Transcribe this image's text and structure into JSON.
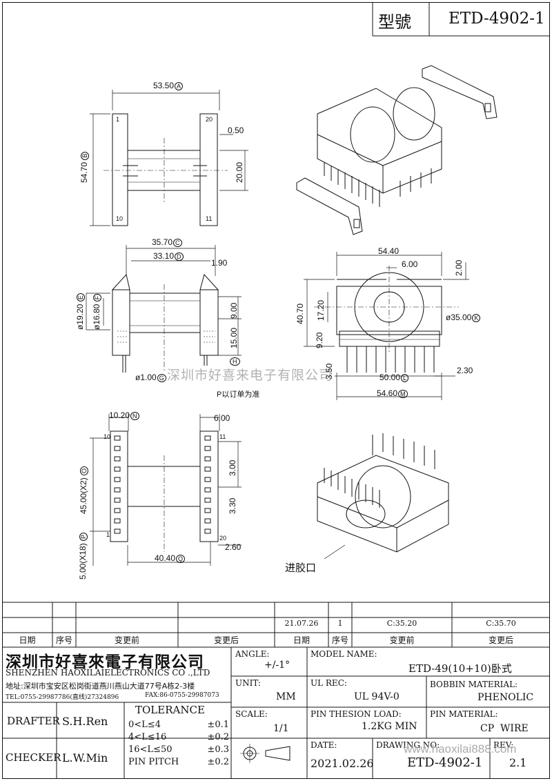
{
  "header": {
    "type_label": "型號",
    "part_number": "ETD-4902-1"
  },
  "dims": {
    "top_width": "53.50",
    "top_width_mark": "A",
    "top_height": "54.70",
    "top_height_mark": "B",
    "flange_thk": "0.50",
    "core_len": "20.00",
    "front_outer": "35.70",
    "front_outer_mark": "C",
    "front_inner": "33.10",
    "front_inner_mark": "D",
    "front_wall": "1.90",
    "dia_outer": "ø19.20",
    "dia_outer_mark": "E",
    "dia_inner": "ø16.80",
    "dia_inner_mark": "F",
    "h900": "9.00",
    "h1500": "15.00",
    "pin_dia": "ø1.00",
    "pin_dia_mark": "G",
    "pin_len_mark": "H",
    "pin_len_note": "P以订单为准",
    "side_w": "54.40",
    "side_slot": "6.00",
    "side_top": "2.00",
    "side_h": "40.70",
    "side_h2": "17.20",
    "side_dia": "ø35.00",
    "side_dia_mark": "K",
    "side_920": "9.20",
    "side_350": "3.50",
    "side_pitch": "50.00",
    "side_pitch_mark": "L",
    "side_230": "2.30",
    "side_base": "54.60",
    "side_base_mark": "M",
    "bot_1020": "10.20",
    "bot_1020_mark": "N",
    "bot_600": "6.00",
    "bot_45": "45.00(X2)",
    "bot_45_mark": "O",
    "bot_300": "3.00",
    "bot_330": "3.30",
    "bot_500": "5.00(X18)",
    "bot_500_mark": "P",
    "bot_4040": "40.40",
    "bot_4040_mark": "Q",
    "bot_260": "2.60",
    "pin_1": "1",
    "pin_10": "10",
    "pin_11": "11",
    "pin_20": "20",
    "mold_label": "进胶口"
  },
  "watermark": "深圳市好喜来电子有限公司",
  "revision": {
    "row1": [
      "",
      "",
      "",
      "",
      "21.07.26",
      "1",
      "C:35.20",
      "C:35.70"
    ],
    "headers": [
      "日期",
      "序号",
      "变更前",
      "变更后",
      "日期",
      "序号",
      "变更前",
      "变更后"
    ]
  },
  "company": {
    "name_cn": "深圳市好喜來電子有限公司",
    "name_en": "SHENZHEN HAOXILAIELECTRONICS CO .,LTD",
    "address": "地址:深圳市宝安区松岗街道燕川燕山大道77号A栋2-3楼",
    "tel": "TEL:0755-29987786(直线)27324896",
    "fax": "FAX:86-0755-29987073"
  },
  "title_block": {
    "angle_label": "ANGLE:",
    "angle_value": "+/-1°",
    "model_label": "MODEL NAME:",
    "model_value": "ETD-49(10+10)卧式",
    "unit_label": "UNIT:",
    "unit_value": "MM",
    "ulrec_label": "UL REC:",
    "ulrec_value": "UL 94V-0",
    "bobbin_label": "BOBBIN MATERIAL:",
    "bobbin_value": "PHENOLIC",
    "scale_label": "SCALE:",
    "scale_value": "1/1",
    "load_label": "PIN THESION LOAD:",
    "load_value": "1.2KG MIN",
    "pinmat_label": "PIN MATERIAL:",
    "pinmat_value": "CP  WIRE",
    "date_label": "DATE:",
    "date_value": "2021.02.26",
    "drawing_label": "DRAWING NO:",
    "drawing_value": "ETD-4902-1",
    "rev_label": "REV:",
    "rev_value": "2.1",
    "drafter_label": "DRAFTER",
    "drafter_value": "S.H.Ren",
    "checker_label": "CHECKER",
    "checker_value": "L.W.Min",
    "url": "www.haoxilai888.com"
  },
  "tolerance": {
    "title": "TOLERANCE",
    "rows": [
      {
        "range": "0<L≤4",
        "value": "±0.1"
      },
      {
        "range": "4<L≤16",
        "value": "±0.2"
      },
      {
        "range": "16<L≤50",
        "value": "±0.3"
      },
      {
        "range": "PIN PITCH",
        "value": "±0.2"
      }
    ]
  }
}
